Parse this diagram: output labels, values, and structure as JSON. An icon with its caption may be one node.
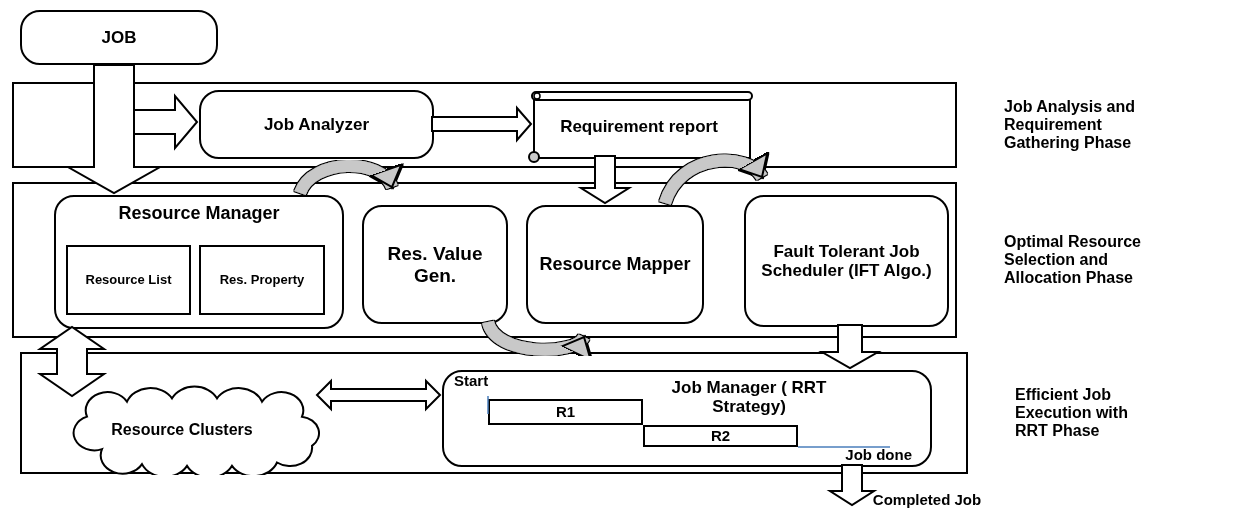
{
  "diagram": {
    "nodes": [
      {
        "text": [
          "JOB"
        ]
      },
      {
        "text": [],
        "shape": "box",
        "beside": [
          "Job Analysis and Requirement Gathering Phase"
        ]
      },
      {
        "text": [
          "Job Analyzer"
        ],
        "in": 1
      },
      {
        "text": [
          "Requirement report"
        ],
        "in": 1
      },
      {
        "text": [],
        "shape": "box",
        "beside": [
          "Optimal Resource Selection and Allocation Phase"
        ]
      },
      {
        "text": [
          "Resource Manager"
        ],
        "in": 4
      },
      {
        "text": [
          "Resource List"
        ],
        "in": 5
      },
      {
        "text": [
          "Res. Property"
        ],
        "in": 5
      },
      {
        "text": [
          "Res. Value Gen."
        ],
        "in": 4
      },
      {
        "text": [
          "Resource Mapper"
        ],
        "in": 4
      },
      {
        "text": [
          "Fault Tolerant Job Scheduler (IFT Algo.)"
        ],
        "in": 4
      },
      {
        "text": [],
        "shape": "box",
        "beside": [
          "Efficient Job Execution with RRT Phase"
        ]
      },
      {
        "text": [
          "Resource Clusters"
        ],
        "in": 11
      },
      {
        "text": [
          "Start",
          "Job Manager ( RRT Strategy)",
          "Job done"
        ],
        "in": 11
      },
      {
        "text": [
          "R1"
        ],
        "in": 13
      },
      {
        "text": [
          "R2"
        ],
        "in": 13
      },
      {
        "text": [
          "Completed Job"
        ]
      }
    ],
    "edges": [
      {
        "from": 0,
        "to": 5,
        "arrow": "to"
      },
      {
        "from": 0,
        "to": 2,
        "arrow": "to"
      },
      {
        "from": 2,
        "to": 3,
        "arrow": "to"
      },
      {
        "from": 3,
        "to": 9,
        "arrow": "to"
      },
      {
        "from": 5,
        "to": 8,
        "arrow": "to"
      },
      {
        "from": 8,
        "to": 9,
        "arrow": "to"
      },
      {
        "from": 9,
        "to": 10,
        "arrow": "to"
      },
      {
        "from": 10,
        "to": 13,
        "arrow": "to"
      },
      {
        "from": 5,
        "to": 12,
        "arrow": "both"
      },
      {
        "from": 12,
        "to": 13,
        "arrow": "both"
      },
      {
        "from": 13,
        "to": 16,
        "arrow": "to"
      }
    ]
  }
}
